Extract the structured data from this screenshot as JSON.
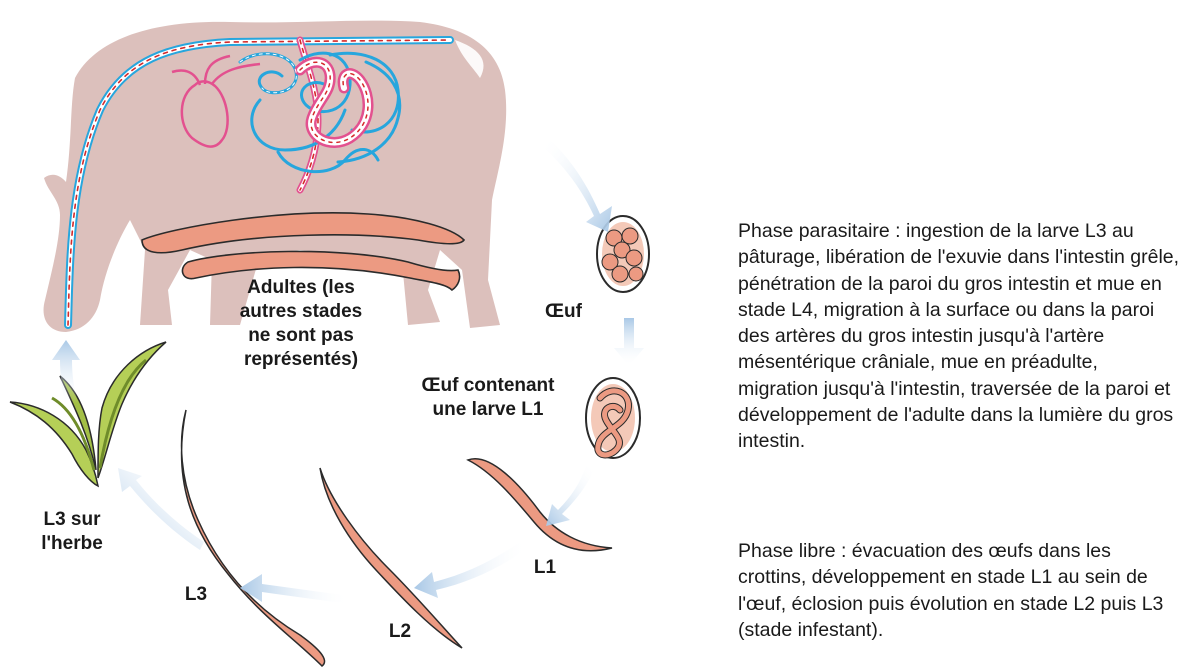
{
  "labels": {
    "adultes": [
      "Adultes (les",
      "autres stades",
      "ne sont pas",
      "représentés)"
    ],
    "oeuf": "Œuf",
    "oeuf_larve": [
      "Œuf contenant",
      "une larve L1"
    ],
    "l3_herbe": [
      "L3 sur",
      "l'herbe"
    ],
    "l1": "L1",
    "l2": "L2",
    "l3": "L3"
  },
  "text": {
    "parasitic_phase": "Phase parasitaire : ingestion de la larve L3 au pâturage, libération de l'exuvie dans l'intestin grêle, pénétration de la paroi du gros intestin et mue en stade L4, migration à la surface ou dans la paroi des artères du gros intestin jusqu'à l'artère mésentérique crâniale, mue en préadulte, migration jusqu'à l'intestin, traversée de la paroi et développement de l'adulte dans la lumière du gros intestin.",
    "free_phase": "Phase libre : évacuation des œufs dans les crottins, développement en stade L1 au sein de l'œuf, éclosion puis évolution en stade L2 puis L3 (stade infestant)."
  },
  "colors": {
    "horse": "#dcc0bc",
    "worm": "#ec9a82",
    "worm_outline": "#2b2b2b",
    "arrow": "#aac8e6",
    "vessel_blue": "#27a6dd",
    "vessel_pink": "#e3518f",
    "vessel_red": "#d42a2a",
    "grass": "#b5cf57",
    "grass_dark": "#6f8c2a"
  },
  "icons": [
    "horse-silhouette",
    "intestine-drawing",
    "heart-drawing",
    "egg-icon",
    "egg-with-larva-icon",
    "grass-icon",
    "worm-icon"
  ]
}
